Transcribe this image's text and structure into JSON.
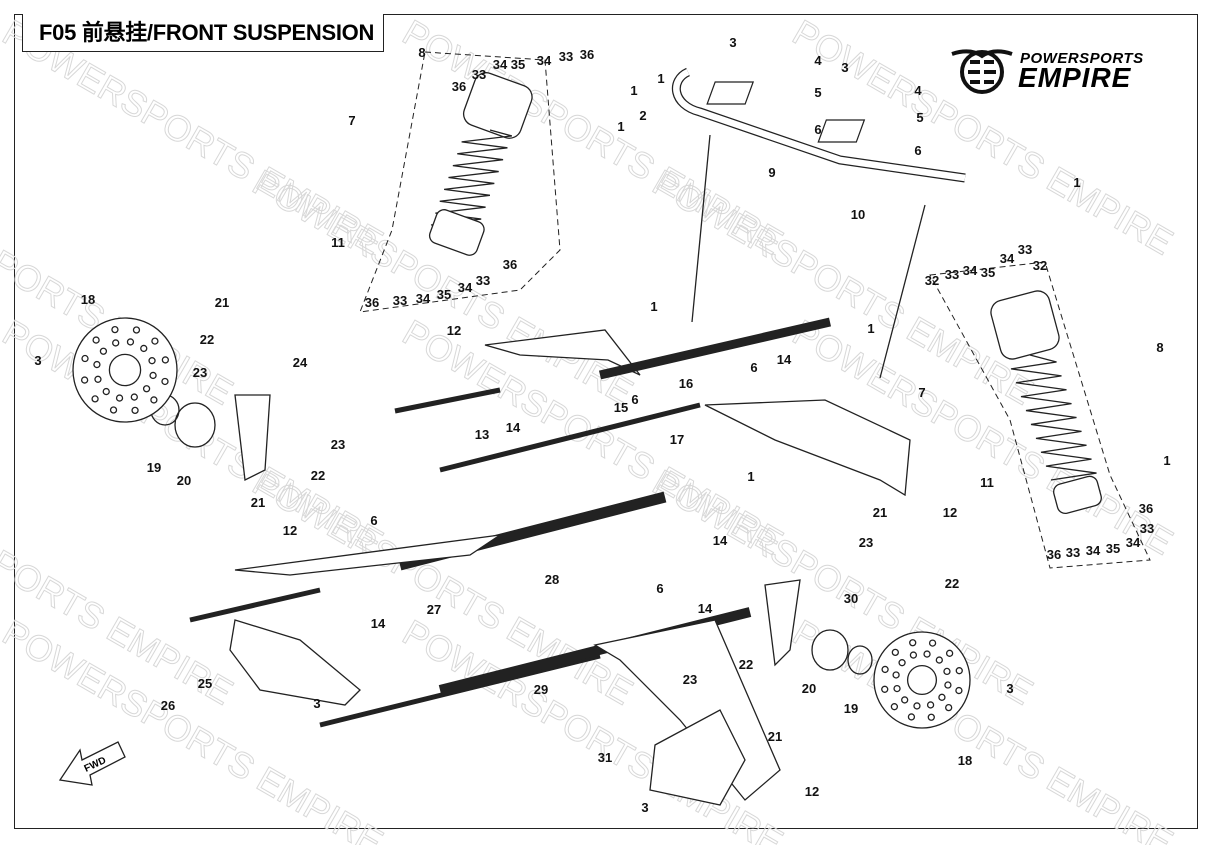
{
  "title": "F05 前悬挂/FRONT SUSPENSION",
  "logo": {
    "line1": "POWERSPORTS",
    "line2": "EMPIRE"
  },
  "watermark": "POWERSPORTS EMPIRE",
  "direction_arrow": "FWD",
  "callouts": [
    "8",
    "36",
    "33",
    "34",
    "35",
    "34",
    "33",
    "36",
    "7",
    "1",
    "1",
    "1",
    "2",
    "3",
    "4",
    "5",
    "6",
    "3",
    "4",
    "5",
    "6",
    "9",
    "1",
    "10",
    "11",
    "36",
    "33",
    "34",
    "35",
    "34",
    "33",
    "36",
    "18",
    "21",
    "22",
    "24",
    "23",
    "3",
    "12",
    "1",
    "1",
    "14",
    "6",
    "16",
    "15",
    "6",
    "14",
    "13",
    "17",
    "19",
    "20",
    "22",
    "23",
    "1",
    "21",
    "12",
    "11",
    "8",
    "32",
    "33",
    "34",
    "35",
    "34",
    "33",
    "32",
    "7",
    "1",
    "36",
    "33",
    "34",
    "35",
    "34",
    "33",
    "36",
    "21",
    "12",
    "6",
    "14",
    "23",
    "22",
    "28",
    "27",
    "30",
    "6",
    "14",
    "14",
    "22",
    "23",
    "20",
    "19",
    "29",
    "25",
    "3",
    "26",
    "3",
    "21",
    "18",
    "31",
    "12",
    "3"
  ]
}
